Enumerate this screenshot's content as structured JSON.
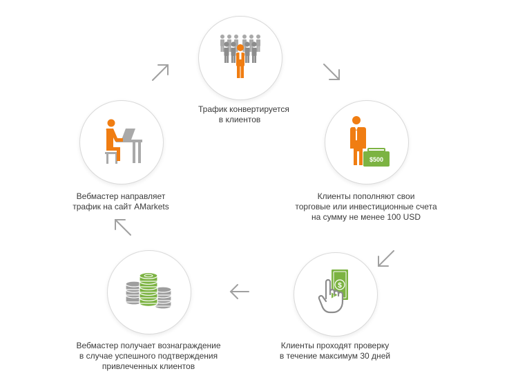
{
  "steps": [
    {
      "id": "traffic-converts",
      "caption_lines": [
        "Трафик конвертируется",
        "в клиентов"
      ],
      "icon": "people-group-icon"
    },
    {
      "id": "clients-fund",
      "caption_lines": [
        "Клиенты пополняют свои",
        "торговые или инвестиционные счета",
        "на сумму не менее 100 USD"
      ],
      "icon": "businessman-briefcase-icon",
      "badge": "$500"
    },
    {
      "id": "clients-verified",
      "caption_lines": [
        "Клиенты проходят проверку",
        "в течение максимум 30 дней"
      ],
      "icon": "hand-banknote-icon",
      "badge": "$"
    },
    {
      "id": "webmaster-reward",
      "caption_lines": [
        "Вебмастер получает вознаграждение",
        "в случае успешного подтверждения",
        "привлеченных клиентов"
      ],
      "icon": "coin-stacks-icon"
    },
    {
      "id": "webmaster-directs",
      "caption_lines": [
        "Вебмастер направляет",
        "трафик на сайт AMarkets"
      ],
      "icon": "person-at-desk-icon"
    }
  ],
  "colors": {
    "accent_orange": "#f07d12",
    "accent_green": "#7cb342",
    "neutral_gray": "#9e9e9e",
    "circle_border": "#d9d9d9",
    "arrow_gray": "#a0a0a0",
    "text": "#3a3a3a"
  }
}
